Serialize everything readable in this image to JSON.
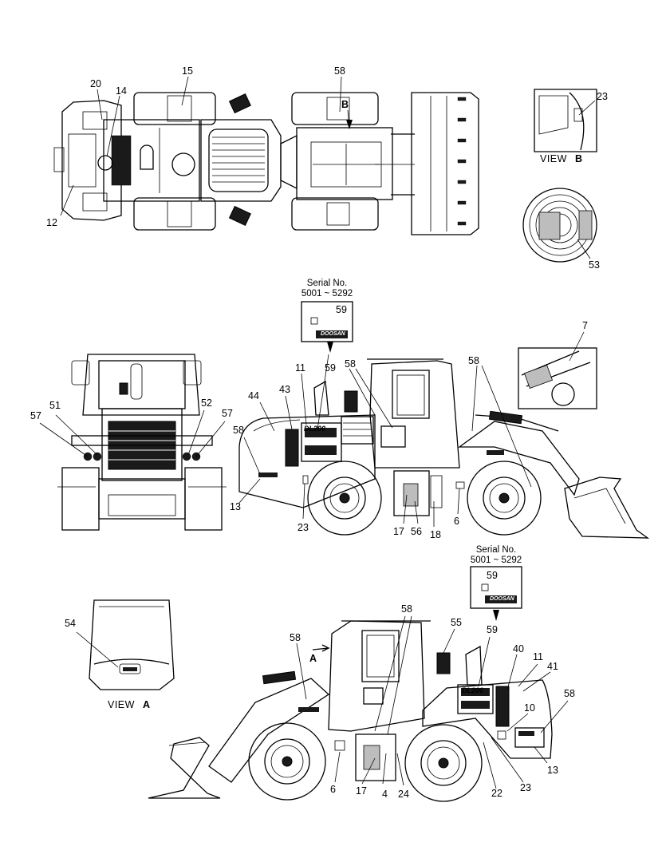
{
  "callouts": {
    "top_view": [
      "20",
      "14",
      "15",
      "58",
      "B",
      "12"
    ],
    "view_b_detail": [
      "23"
    ],
    "cooler_detail": [
      "53"
    ],
    "view_b_caption": {
      "text": "VIEW",
      "letter": "B"
    },
    "serial_1": {
      "line1": "Serial No.",
      "line2": "5001 ~ 5292",
      "part": "59",
      "brand": "DOOSAN"
    },
    "right_side": [
      "11",
      "59",
      "58",
      "58",
      "44",
      "43",
      "58",
      "13",
      "23",
      "17",
      "56",
      "18",
      "6"
    ],
    "cylinder_detail": [
      "7"
    ],
    "front_view": [
      "51",
      "52",
      "57",
      "57"
    ],
    "serial_2": {
      "line1": "Serial No.",
      "line2": "5001 ~ 5292",
      "part": "59",
      "brand": "DOOSAN"
    },
    "left_side": [
      "58",
      "55",
      "58",
      "A",
      "59",
      "40",
      "11",
      "41",
      "58",
      "10",
      "13",
      "23",
      "22",
      "24",
      "4",
      "17",
      "6"
    ],
    "view_a": [
      "54"
    ],
    "view_a_caption": {
      "text": "VIEW",
      "letter": "A"
    },
    "model_badge": "DL200"
  }
}
